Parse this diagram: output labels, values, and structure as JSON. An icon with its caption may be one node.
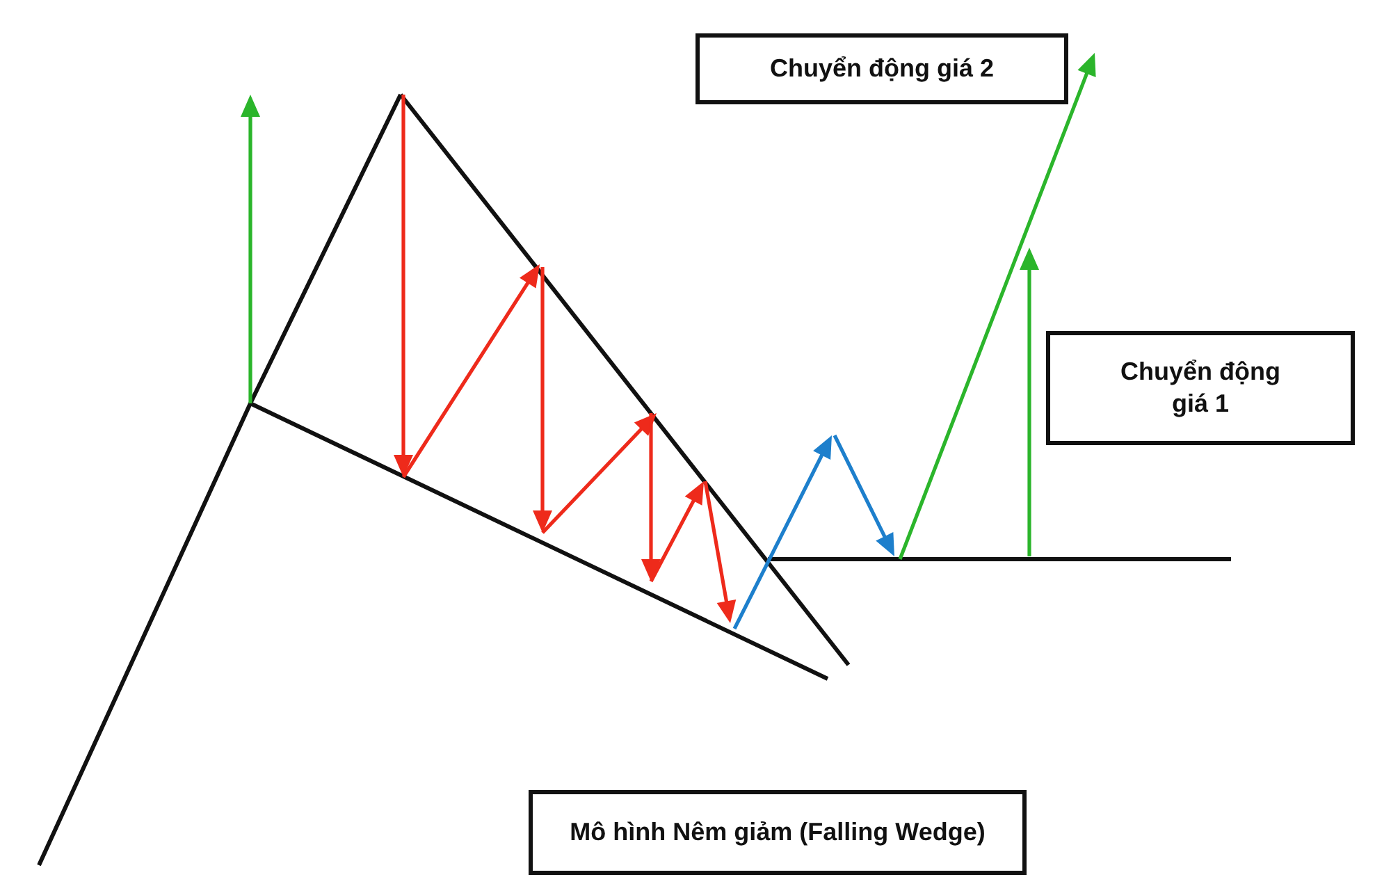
{
  "diagram": {
    "nodes": [
      {
        "text": [
          "Chuyển động giá 2"
        ]
      },
      {
        "text": [
          "Chuyển động giá 1"
        ]
      },
      {
        "text": [
          "Mô hình Nêm giảm (Falling Wedge)"
        ]
      }
    ]
  }
}
